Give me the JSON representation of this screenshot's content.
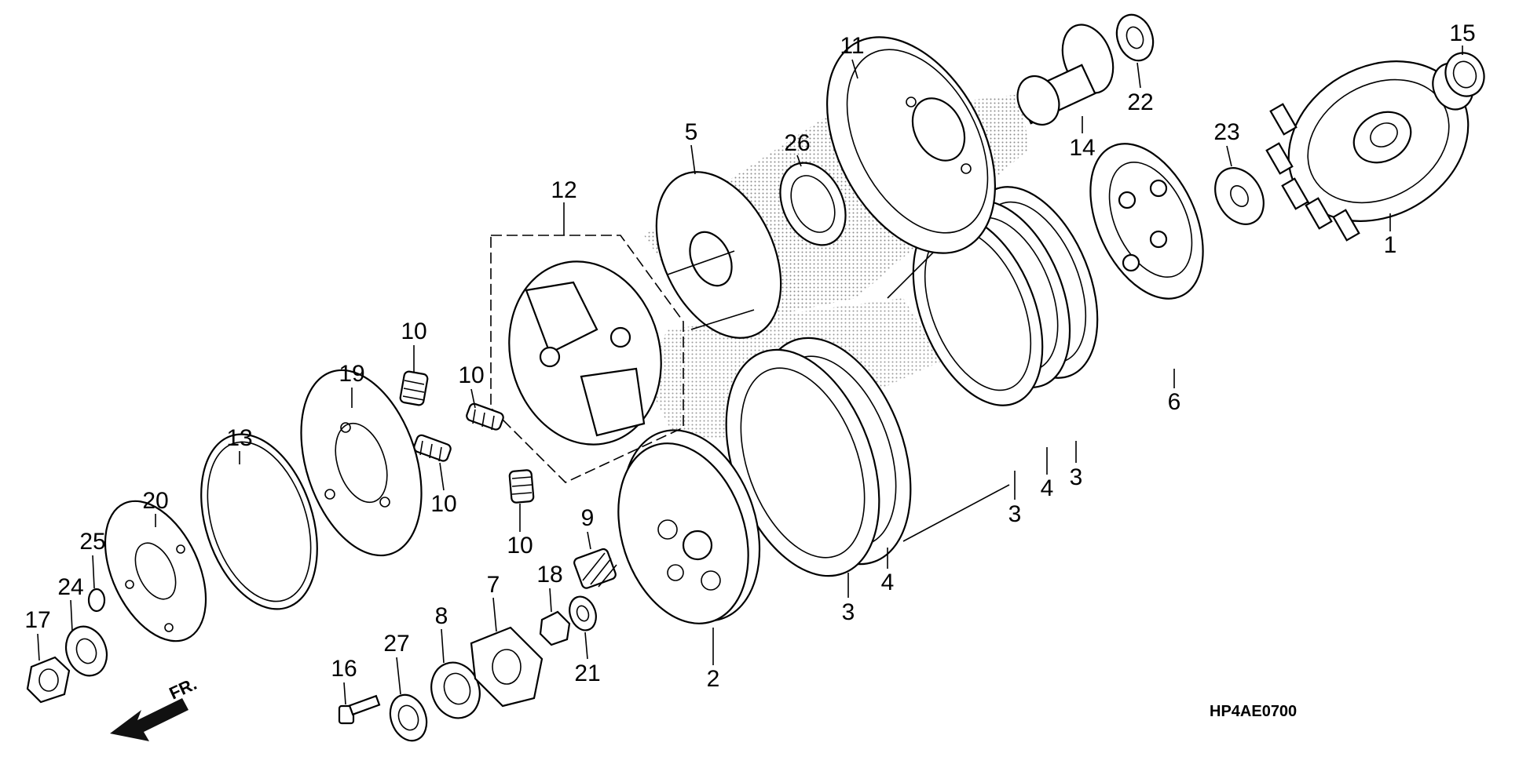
{
  "diagram_code": "HP4AE0700",
  "front_marker": "FR.",
  "callouts": {
    "c1": "1",
    "c2": "2",
    "c3a": "3",
    "c3b": "3",
    "c3c": "3",
    "c4a": "4",
    "c4b": "4",
    "c5": "5",
    "c6": "6",
    "c7": "7",
    "c8": "8",
    "c9": "9",
    "c10a": "10",
    "c10b": "10",
    "c10c": "10",
    "c10d": "10",
    "c11": "11",
    "c12": "12",
    "c13": "13",
    "c14": "14",
    "c15": "15",
    "c16": "16",
    "c17": "17",
    "c18": "18",
    "c19": "19",
    "c20": "20",
    "c21": "21",
    "c22": "22",
    "c23": "23",
    "c24": "24",
    "c25": "25",
    "c26": "26",
    "c27": "27"
  }
}
